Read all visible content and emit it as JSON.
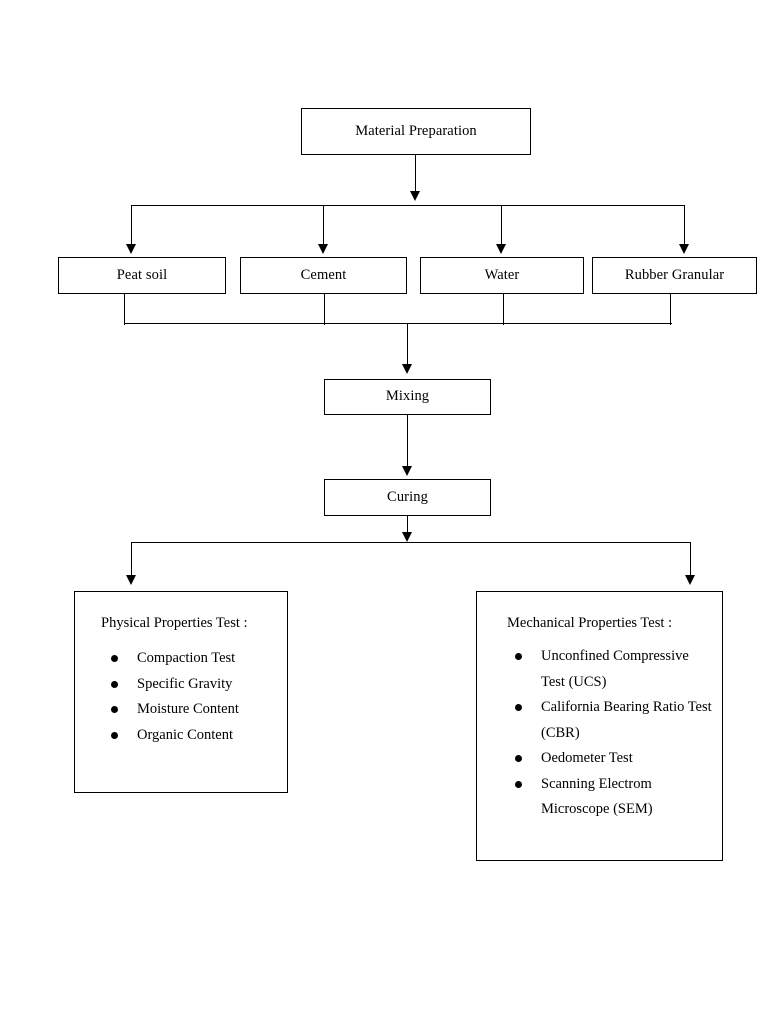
{
  "diagram": {
    "title": "Material Preparation Research Methodology Flowchart",
    "line_color": "#000000",
    "background_color": "#ffffff",
    "nodes": {
      "material_preparation": "Material Preparation",
      "peat_soil": "Peat soil",
      "cement": "Cement",
      "water": "Water",
      "rubber_granular": "Rubber Granular",
      "mixing": "Mixing",
      "curing": "Curing"
    },
    "panels": {
      "physical": {
        "title": "Physical Properties Test :",
        "items": [
          "Compaction Test",
          "Specific Gravity",
          "Moisture Content",
          "Organic Content"
        ]
      },
      "mechanical": {
        "title": "Mechanical Properties Test  :",
        "items": [
          "Unconfined Compressive Test (UCS)",
          "California Bearing Ratio Test (CBR)",
          "Oedometer Test",
          "Scanning Electrom Microscope (SEM)"
        ]
      }
    }
  }
}
